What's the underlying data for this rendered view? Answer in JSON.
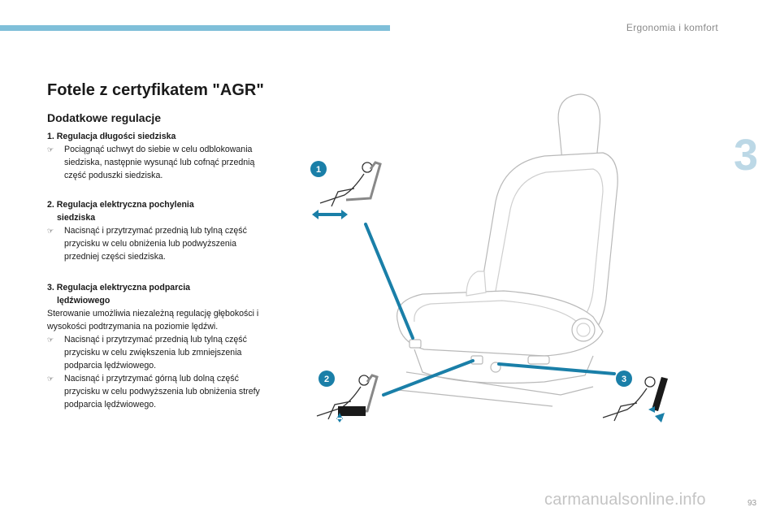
{
  "header": {
    "section_name": "Ergonomia i komfort",
    "chapter_number": "3"
  },
  "page_title": "Fotele z certyfikatem \"AGR\"",
  "subtitle": "Dodatkowe regulacje",
  "items": [
    {
      "title_line1": "1. Regulacja długości siedziska",
      "title_line2": "",
      "bullets": [
        "Pociągnąć uchwyt do siebie w celu odblokowania siedziska, następnie wysunąć lub cofnąć przednią część poduszki siedziska."
      ]
    },
    {
      "title_line1": "2. Regulacja elektryczna pochylenia",
      "title_line2": "siedziska",
      "bullets": [
        "Nacisnąć i przytrzymać przednią lub tylną część przycisku w celu obniżenia lub podwyższenia przedniej części siedziska."
      ]
    },
    {
      "title_line1": "3. Regulacja elektryczna podparcia",
      "title_line2": "lędźwiowego",
      "intro": "Sterowanie umożliwia niezależną regulację głębokości i wysokości podtrzymania na poziomie lędźwi.",
      "bullets": [
        "Nacisnąć i przytrzymać przednią lub tylną część przycisku w celu zwiększenia lub zmniejszenia podparcia lędźwiowego.",
        "Nacisnąć i przytrzymać górną lub dolną część przycisku w celu podwyższenia lub obniżenia strefy podparcia lędźwiowego."
      ]
    }
  ],
  "illustration": {
    "callouts": [
      "1",
      "2",
      "3"
    ],
    "accent_color": "#1a7fa8",
    "icon": "car-seat-adjustment-illustration"
  },
  "footer": {
    "page_number": "93",
    "watermark": "carmanualsonline.info"
  },
  "bullet_icon": "pointing-hand-icon",
  "bullet_glyph": "☞"
}
